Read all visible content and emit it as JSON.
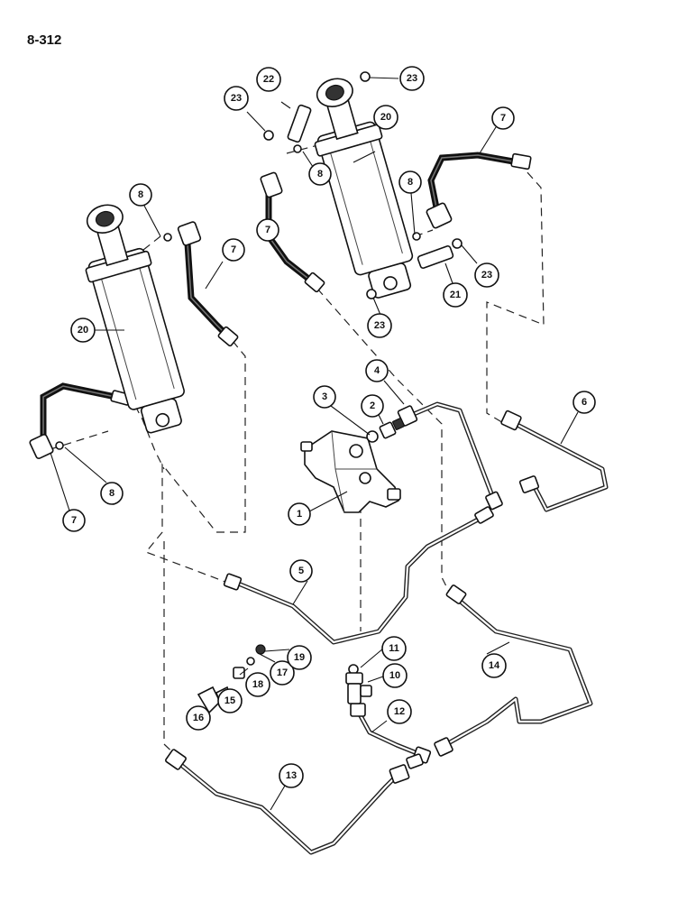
{
  "page": {
    "id": "8-312"
  },
  "callouts": [
    {
      "id": "c1",
      "label": "1"
    },
    {
      "id": "c2",
      "label": "2"
    },
    {
      "id": "c3",
      "label": "3"
    },
    {
      "id": "c4",
      "label": "4"
    },
    {
      "id": "c5",
      "label": "5"
    },
    {
      "id": "c6",
      "label": "6"
    },
    {
      "id": "c7a",
      "label": "7"
    },
    {
      "id": "c7b",
      "label": "7"
    },
    {
      "id": "c7c",
      "label": "7"
    },
    {
      "id": "c7d",
      "label": "7"
    },
    {
      "id": "c8a",
      "label": "8"
    },
    {
      "id": "c8b",
      "label": "8"
    },
    {
      "id": "c8c",
      "label": "8"
    },
    {
      "id": "c8d",
      "label": "8"
    },
    {
      "id": "c10",
      "label": "10"
    },
    {
      "id": "c11",
      "label": "11"
    },
    {
      "id": "c12",
      "label": "12"
    },
    {
      "id": "c13",
      "label": "13"
    },
    {
      "id": "c14",
      "label": "14"
    },
    {
      "id": "c15",
      "label": "15"
    },
    {
      "id": "c16",
      "label": "16"
    },
    {
      "id": "c17",
      "label": "17"
    },
    {
      "id": "c18",
      "label": "18"
    },
    {
      "id": "c19",
      "label": "19"
    },
    {
      "id": "c20a",
      "label": "20"
    },
    {
      "id": "c20b",
      "label": "20"
    },
    {
      "id": "c21",
      "label": "21"
    },
    {
      "id": "c22",
      "label": "22"
    },
    {
      "id": "c23a",
      "label": "23"
    },
    {
      "id": "c23b",
      "label": "23"
    },
    {
      "id": "c23c",
      "label": "23"
    },
    {
      "id": "c23d",
      "label": "23"
    }
  ]
}
